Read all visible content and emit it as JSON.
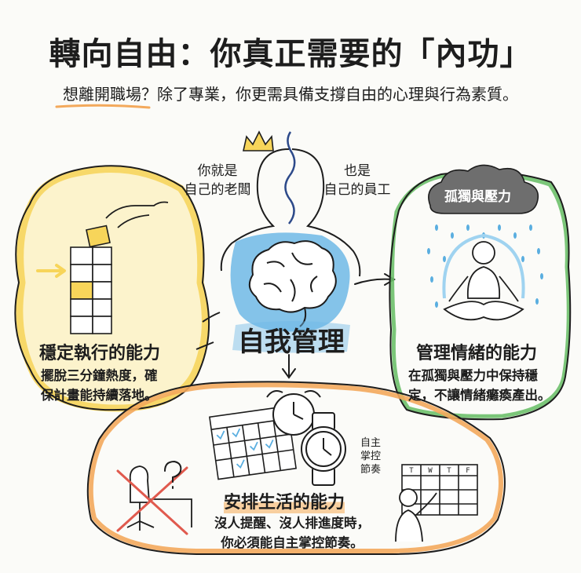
{
  "title": "轉向自由：你真正需要的「內功」",
  "subtitle": "想離開職場？除了專業，你更需具備支撐自由的心理與行為素質。",
  "left_bubble_text": "你就是\n自己的老闆",
  "right_bubble_text": "也是\n自己的員工",
  "core": "自我管理",
  "abilities": {
    "stable": {
      "heading": "穩定執行的能力",
      "desc": "擺脫三分鐘熱度，確\n保計畫能持續落地。"
    },
    "emotion": {
      "cloud_label": "孤獨與壓力",
      "heading": "管理情緒的能力",
      "desc": "在孤獨與壓力中保持穩\n定，不讓情緒癱瘓產出。"
    },
    "life": {
      "rhythm_note": "自主\n掌控\n節奏",
      "heading": "安排生活的能力",
      "desc": "沒人提醒、沒人排進度時，\n你必須能自主掌控節奏。"
    }
  },
  "whiteboard_letters": [
    "T",
    "W",
    "T",
    "F"
  ],
  "colors": {
    "ink": "#1d1d1d",
    "yellow": "#f7d55a",
    "blue": "#5aaee0",
    "green": "#6dc06a",
    "orange": "#f3a95c",
    "red": "#e05a4e",
    "cloud": "#6e6e6e"
  }
}
